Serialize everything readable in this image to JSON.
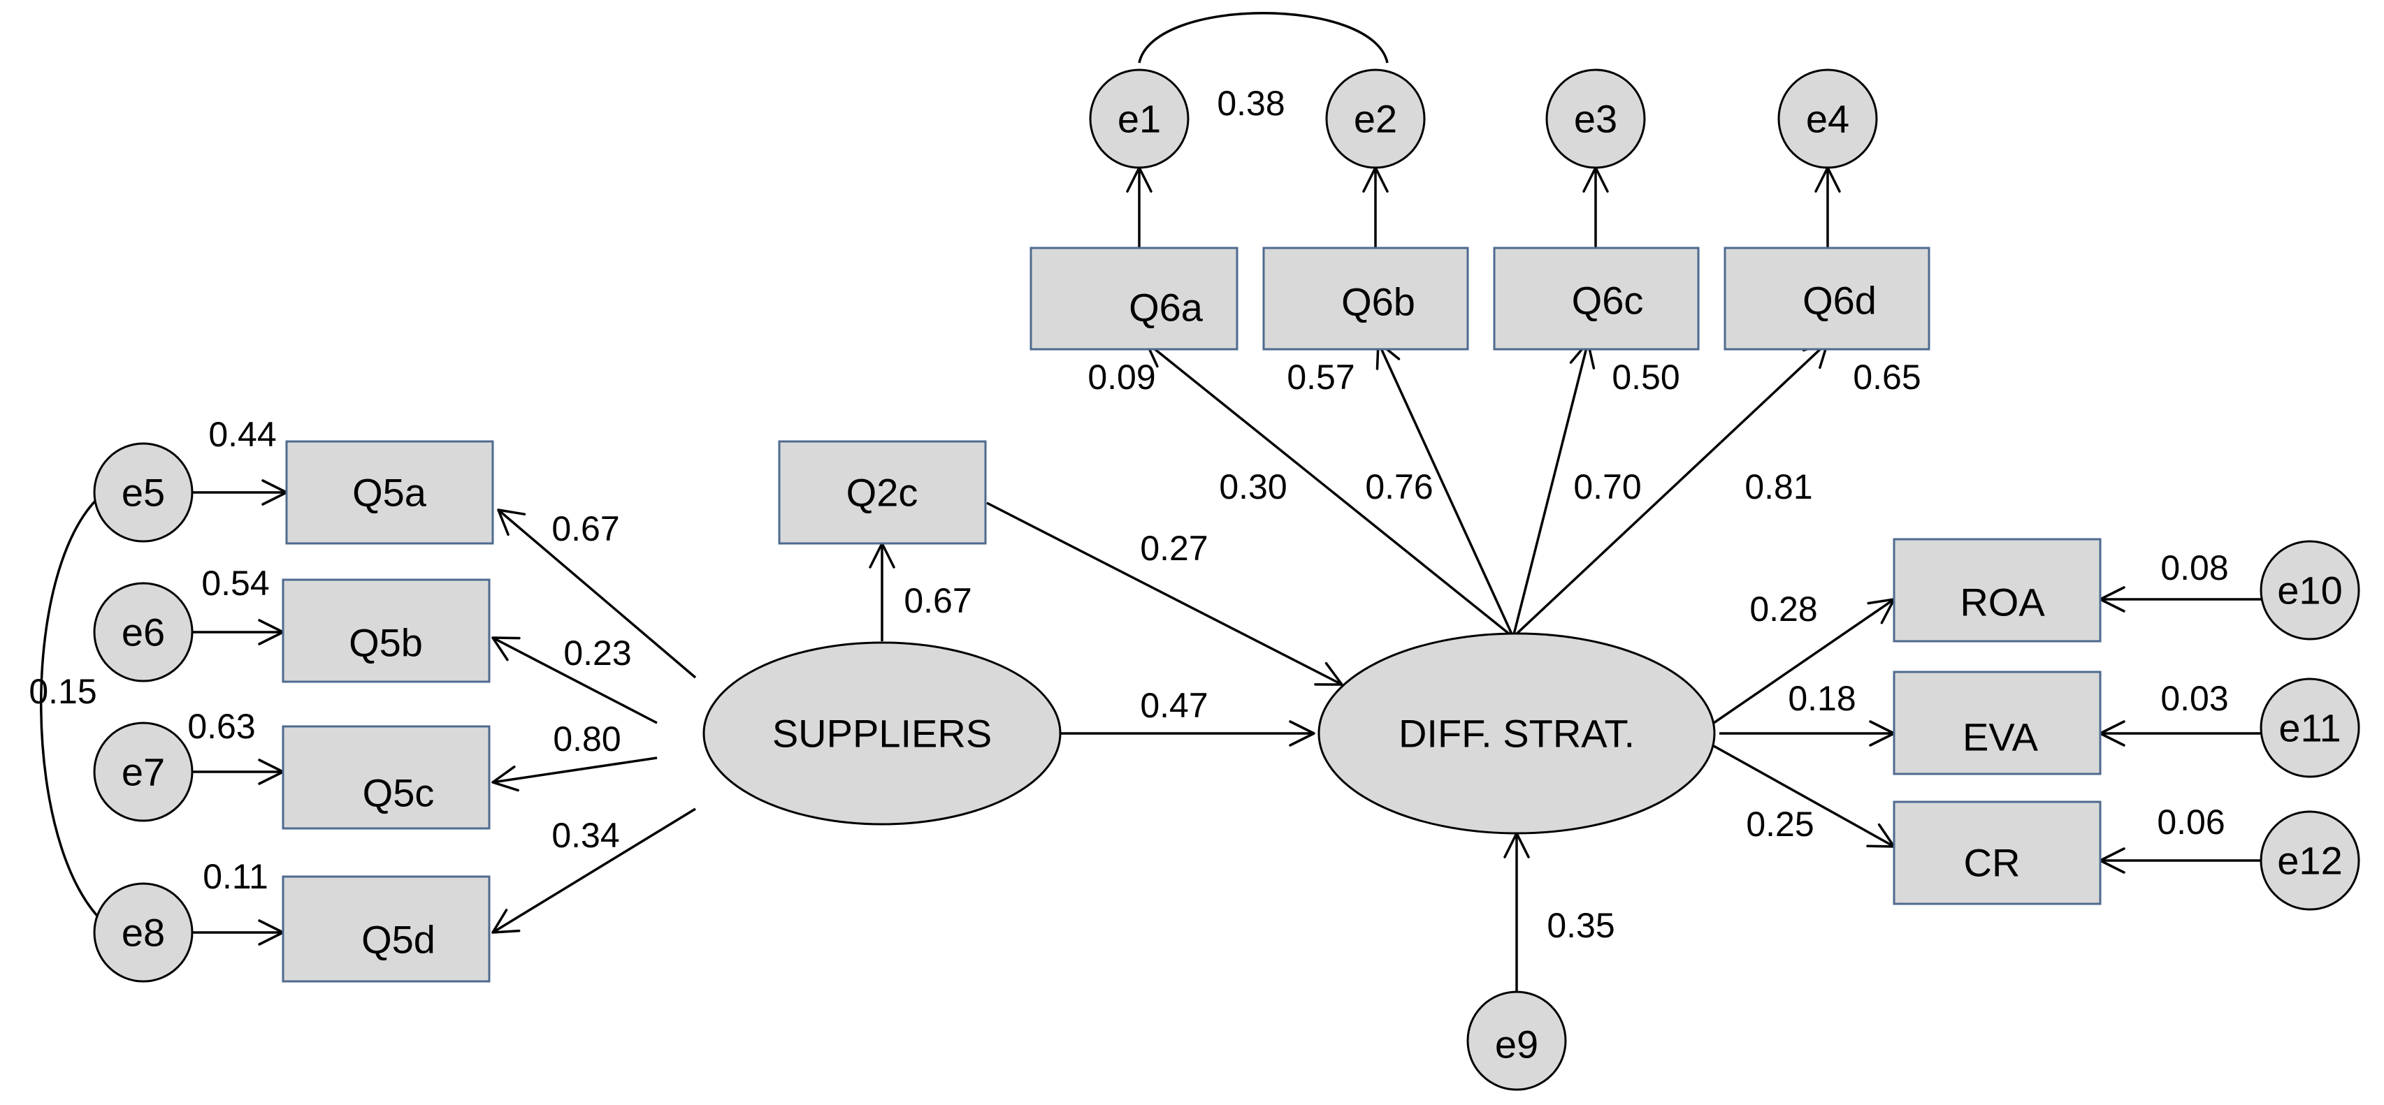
{
  "latents": {
    "suppliers": "SUPPLIERS",
    "diff_strat": "DIFF. STRAT."
  },
  "observed": {
    "q2c": "Q2c",
    "q5a": "Q5a",
    "q5b": "Q5b",
    "q5c": "Q5c",
    "q5d": "Q5d",
    "q6a": "Q6a",
    "q6b": "Q6b",
    "q6c": "Q6c",
    "q6d": "Q6d",
    "roa": "ROA",
    "eva": "EVA",
    "cr": "CR"
  },
  "errors": {
    "e1": "e1",
    "e2": "e2",
    "e3": "e3",
    "e4": "e4",
    "e5": "e5",
    "e6": "e6",
    "e7": "e7",
    "e8": "e8",
    "e9": "e9",
    "e10": "e10",
    "e11": "e11",
    "e12": "e12"
  },
  "coefficients": {
    "suppliers_q5a": "0.67",
    "suppliers_q5b": "0.23",
    "suppliers_q5c": "0.80",
    "suppliers_q5d": "0.34",
    "suppliers_q2c": "0.67",
    "suppliers_diff": "0.47",
    "q2c_diff": "0.27",
    "diff_q6a": "0.30",
    "diff_q6b": "0.76",
    "diff_q6c": "0.70",
    "diff_q6d": "0.81",
    "diff_roa": "0.28",
    "diff_eva": "0.18",
    "diff_cr": "0.25",
    "e9_diff": "0.35",
    "e5_q5a": "0.44",
    "e6_q5b": "0.54",
    "e7_q5c": "0.63",
    "e8_q5d": "0.11",
    "e10_roa": "0.08",
    "e11_eva": "0.03",
    "e12_cr": "0.06",
    "r2_q6a": "0.09",
    "r2_q6b": "0.57",
    "r2_q6c": "0.50",
    "r2_q6d": "0.65",
    "cov_e1_e2": "0.38",
    "cov_e5_e8": "0.15"
  },
  "colors": {
    "fill": "#d9d9d9",
    "box_border": "#4f6a8f",
    "line": "#000000"
  }
}
